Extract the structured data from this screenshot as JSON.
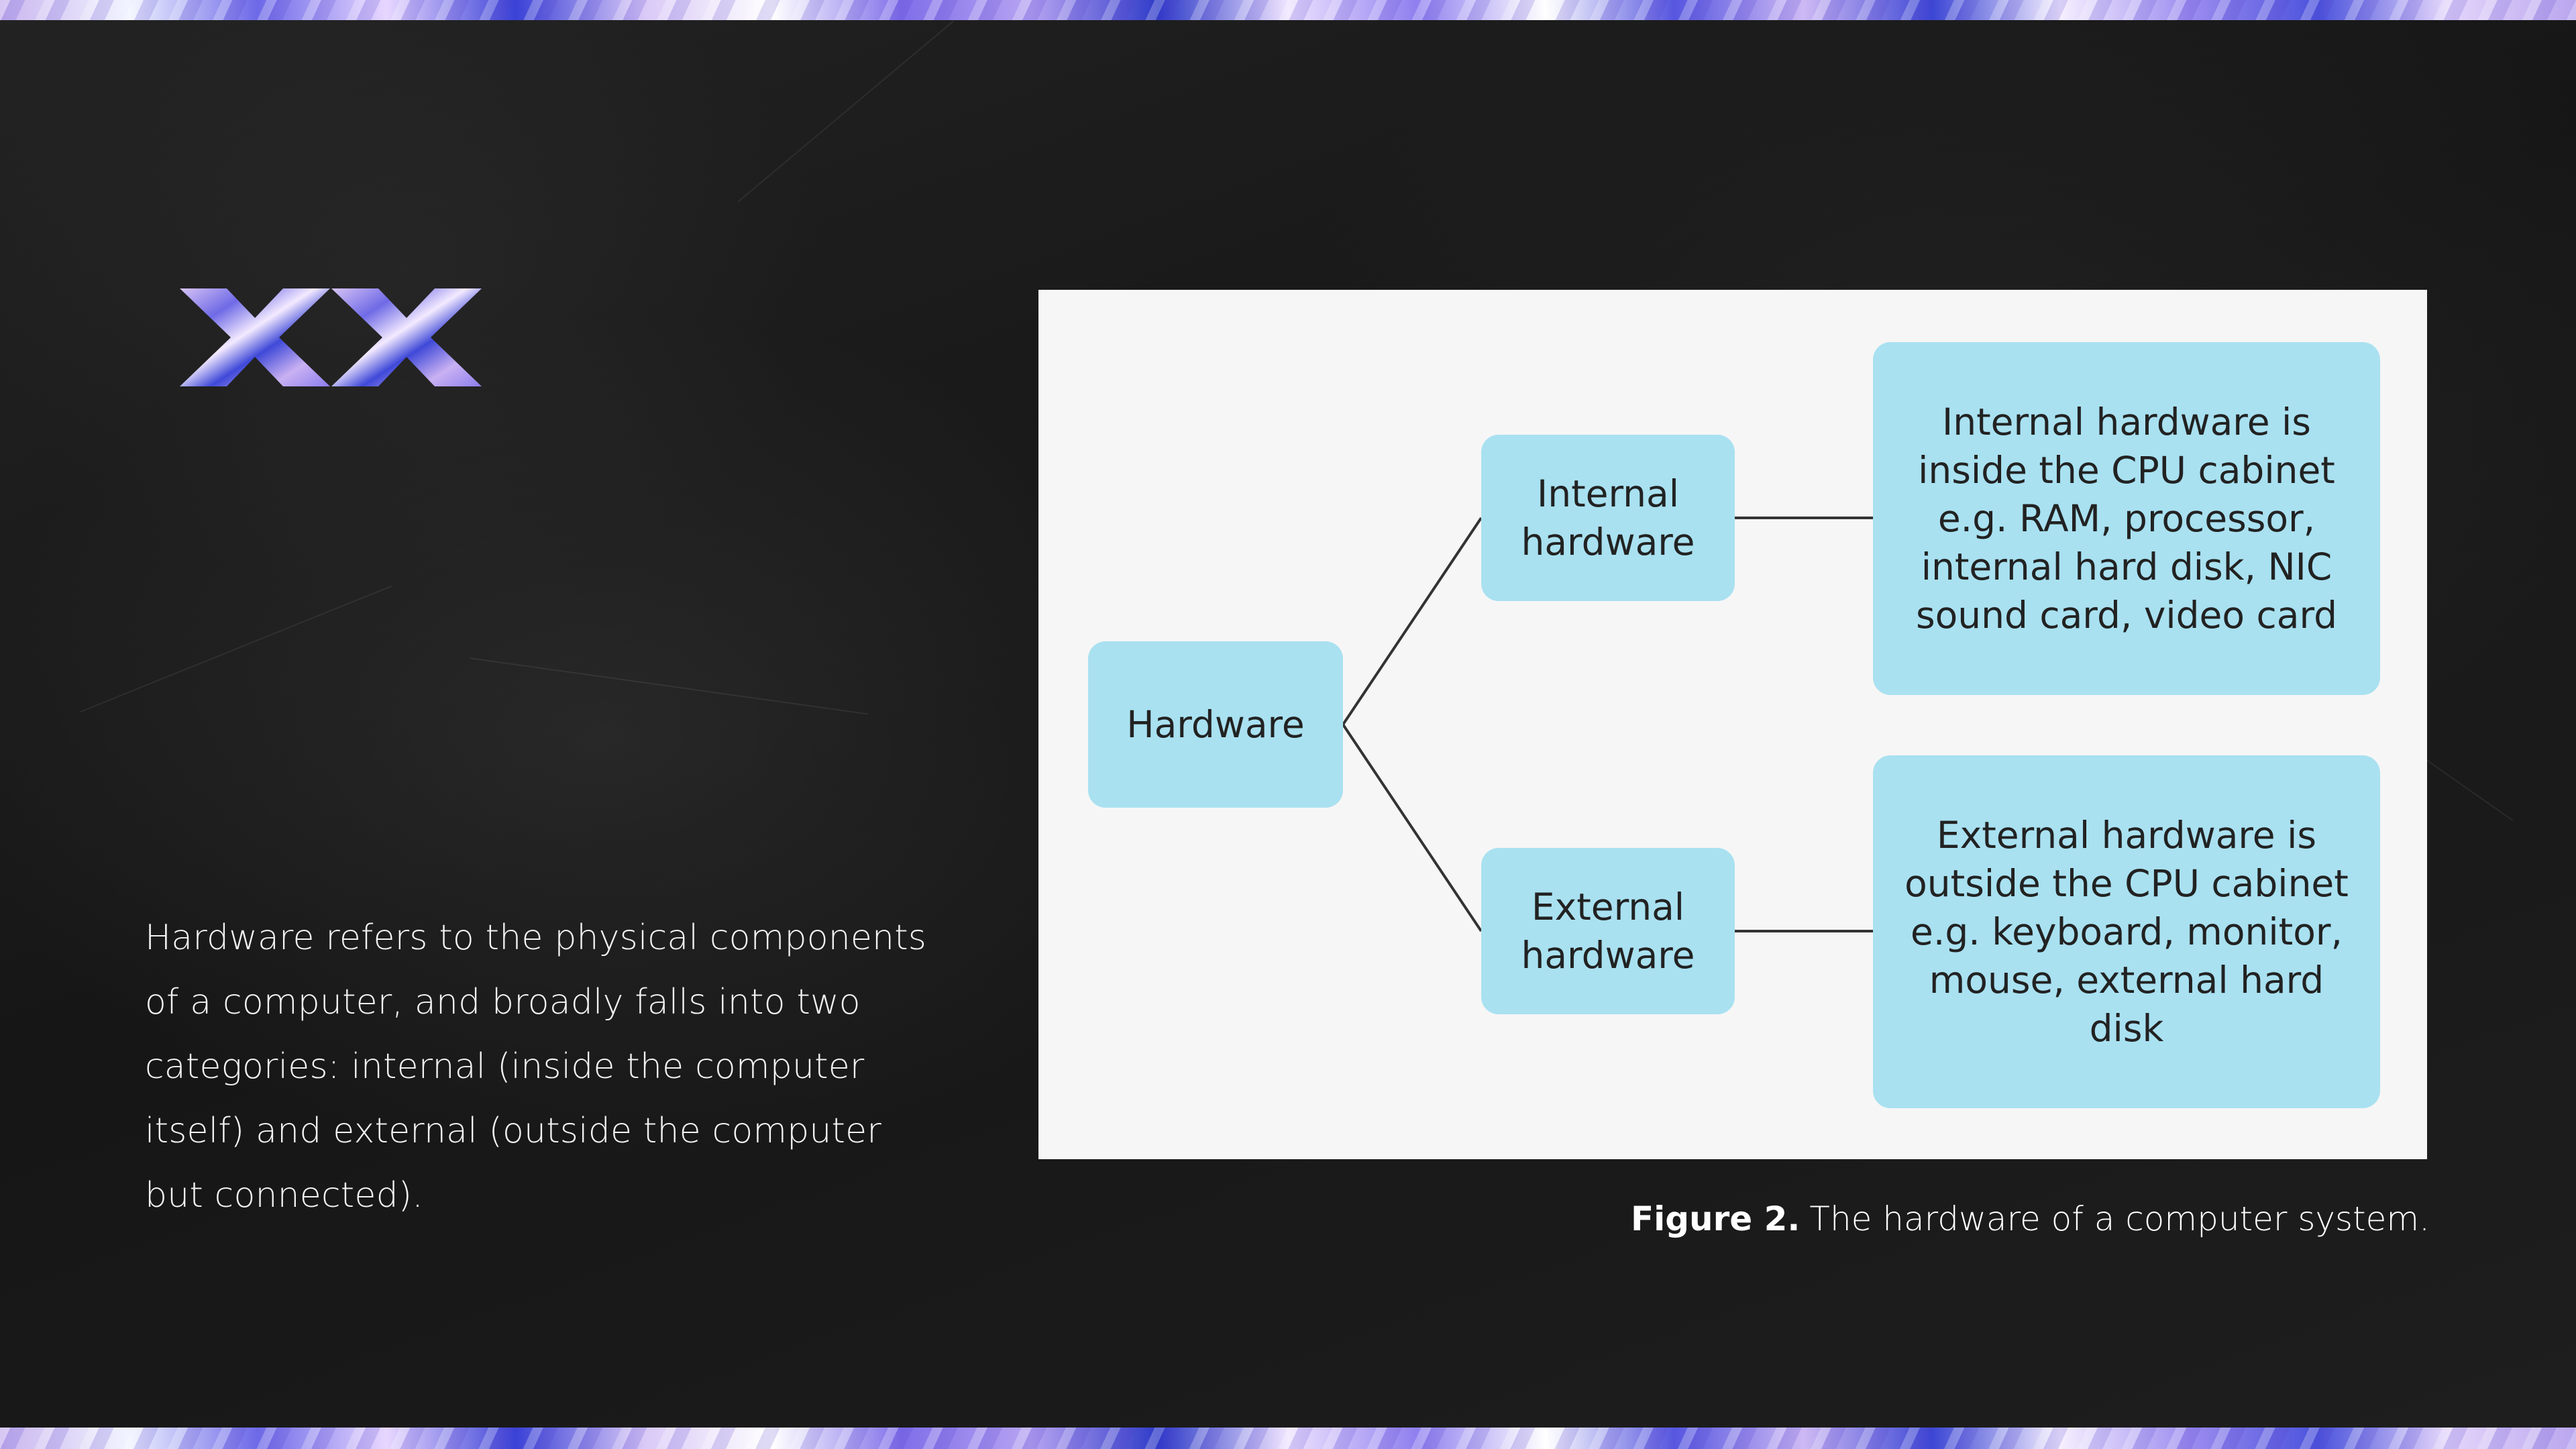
{
  "logo_text": "XX",
  "description": "Hardware refers to the physical components of a computer, and broadly falls into two categories: internal (inside the computer itself) and external (outside the computer but connected).",
  "diagram": {
    "root": "Hardware",
    "branches": [
      {
        "label": "Internal hardware",
        "detail": "Internal hardware is inside the CPU cabinet e.g. RAM, processor, internal hard disk, NIC sound card, video card"
      },
      {
        "label": "External hardware",
        "detail": "External hardware is outside the CPU cabinet e.g. keyboard, monitor, mouse, external hard disk"
      }
    ]
  },
  "caption": {
    "label": "Figure 2.",
    "text": "The hardware of a computer system."
  },
  "colors": {
    "node_fill": "#a9e1f1",
    "panel_bg": "#f6f6f6",
    "slide_bg": "#1a1a1a"
  }
}
